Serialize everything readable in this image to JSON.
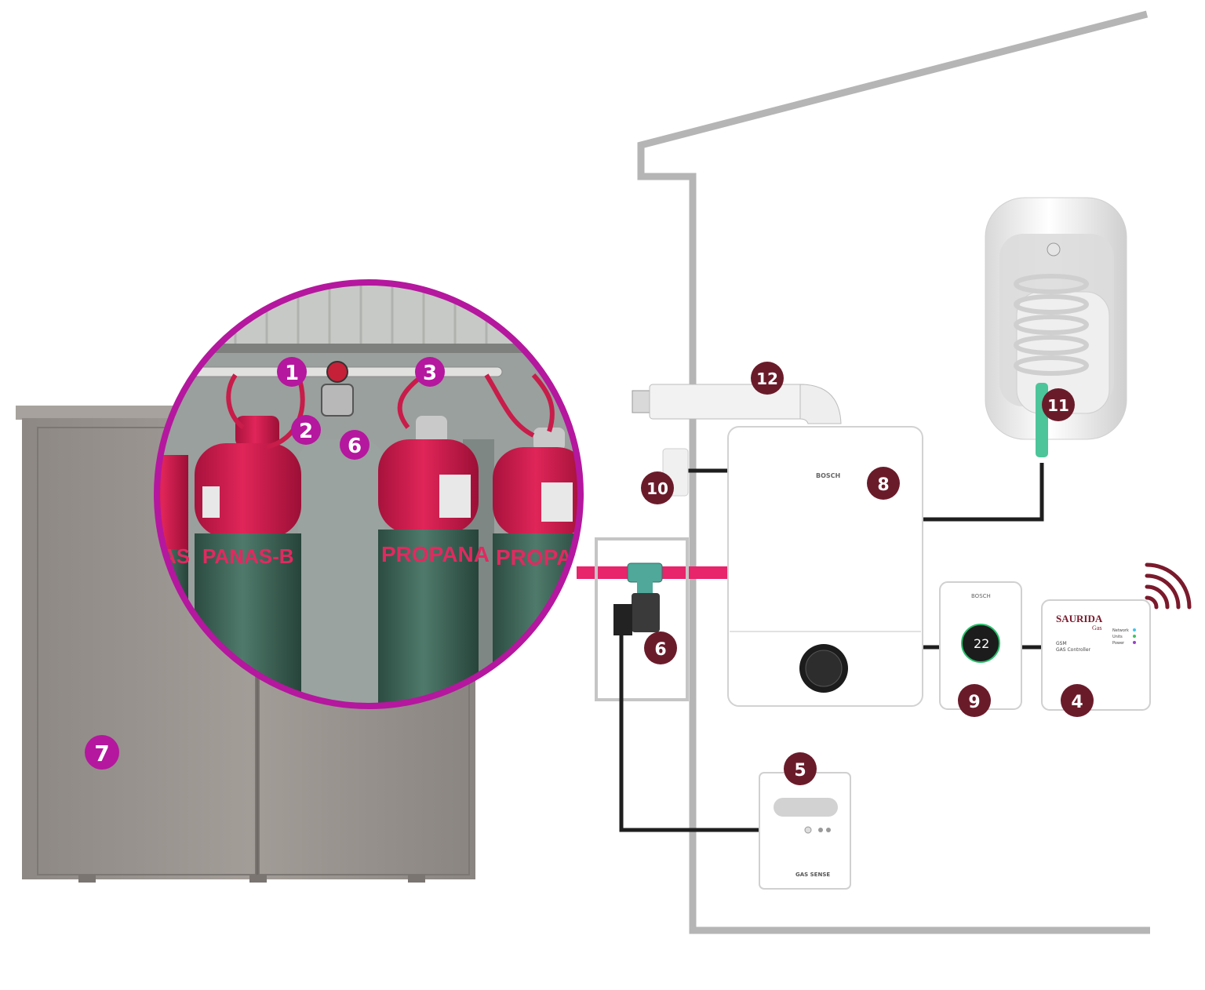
{
  "colors": {
    "accent_magenta": "#b5179e",
    "marker_dark": "#6a1b2a",
    "gas_pipe": "#e8246b",
    "cylinder_red": "#d6194f",
    "cylinder_green": "#3f6a5c",
    "cabinet_grey": "#9a948f",
    "house_outline": "#b5b5b5",
    "cable": "#1e1e1e"
  },
  "markers": {
    "m1": "1",
    "m2": "2",
    "m3": "3",
    "m6a": "6",
    "m7": "7",
    "m4": "4",
    "m5": "5",
    "m6b": "6",
    "m8": "8",
    "m9": "9",
    "m10": "10",
    "m11": "11",
    "m12": "12"
  },
  "cylinder_labels": {
    "c1": "AS",
    "c2": "PANAS-B",
    "c3": "PROPANA",
    "c4": "PROPA"
  },
  "devices": {
    "boiler_brand": "BOSCH",
    "thermostat_brand": "BOSCH",
    "thermostat_temp": "22",
    "controller_brand": "SAURIDA",
    "controller_sub": "Gas",
    "controller_model": "GSM",
    "controller_name": "GAS Controller",
    "controller_led1": "Network",
    "controller_led2": "Units",
    "controller_led3": "Power",
    "sensor_brand": "GAS SENSE"
  }
}
